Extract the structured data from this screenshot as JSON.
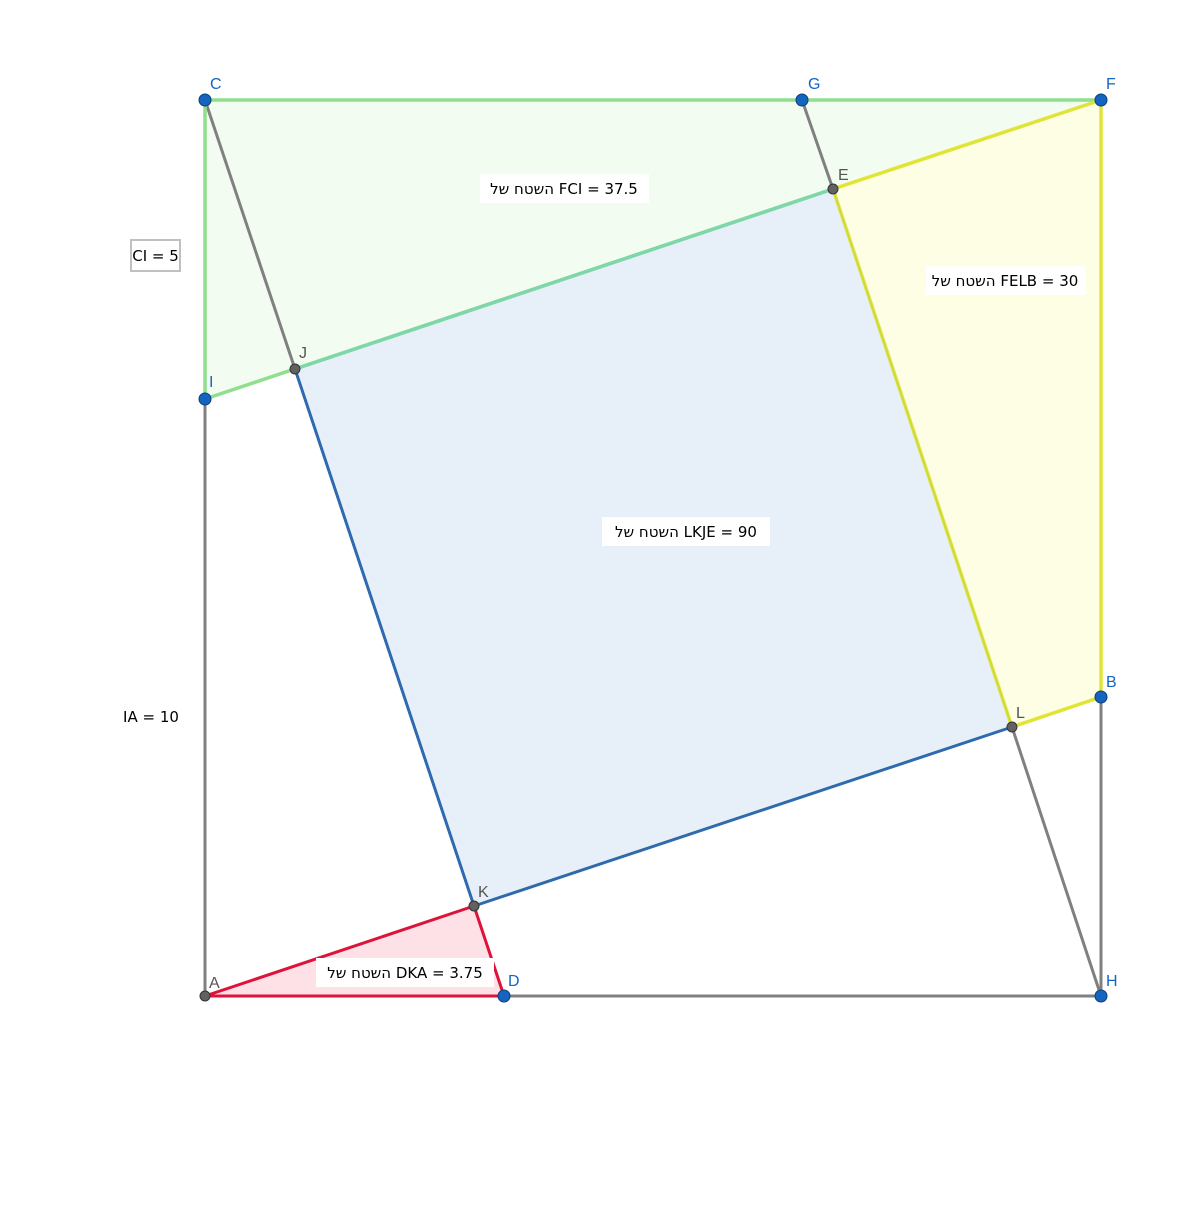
{
  "colors": {
    "green_stroke": "#8fdf8f",
    "green_fill": "#f3fcf1",
    "yellow_stroke": "#e0e535",
    "yellow_fill": "#fefee4",
    "blue_stroke": "#2f6aad",
    "blue_fill": "#e7f0f9",
    "red_stroke": "#dc143c",
    "red_fill": "#fde1e6",
    "gray_stroke": "#808080",
    "free_point": "#1565c0",
    "dependent_point": "#616161",
    "free_label": "#1565c0",
    "dependent_label": "#555555"
  },
  "points": {
    "C": {
      "label": "C",
      "kind": "free"
    },
    "G": {
      "label": "G",
      "kind": "free"
    },
    "F": {
      "label": "F",
      "kind": "free"
    },
    "E": {
      "label": "E",
      "kind": "dependent"
    },
    "J": {
      "label": "J",
      "kind": "dependent"
    },
    "I": {
      "label": "I",
      "kind": "free"
    },
    "B": {
      "label": "B",
      "kind": "free"
    },
    "L": {
      "label": "L",
      "kind": "dependent"
    },
    "K": {
      "label": "K",
      "kind": "dependent"
    },
    "A": {
      "label": "A",
      "kind": "dependent"
    },
    "D": {
      "label": "D",
      "kind": "free"
    },
    "H": {
      "label": "H",
      "kind": "free"
    }
  },
  "texts": {
    "area_fci": "37.5 =  FCI השטח של",
    "area_felb": "30 =  FELB השטח של",
    "area_lkje": "90 =  LKJE השטח של",
    "area_dka": "3.75 =  DKA השטח של",
    "ci_length": "CI = 5",
    "ia_length": "IA = 10"
  }
}
